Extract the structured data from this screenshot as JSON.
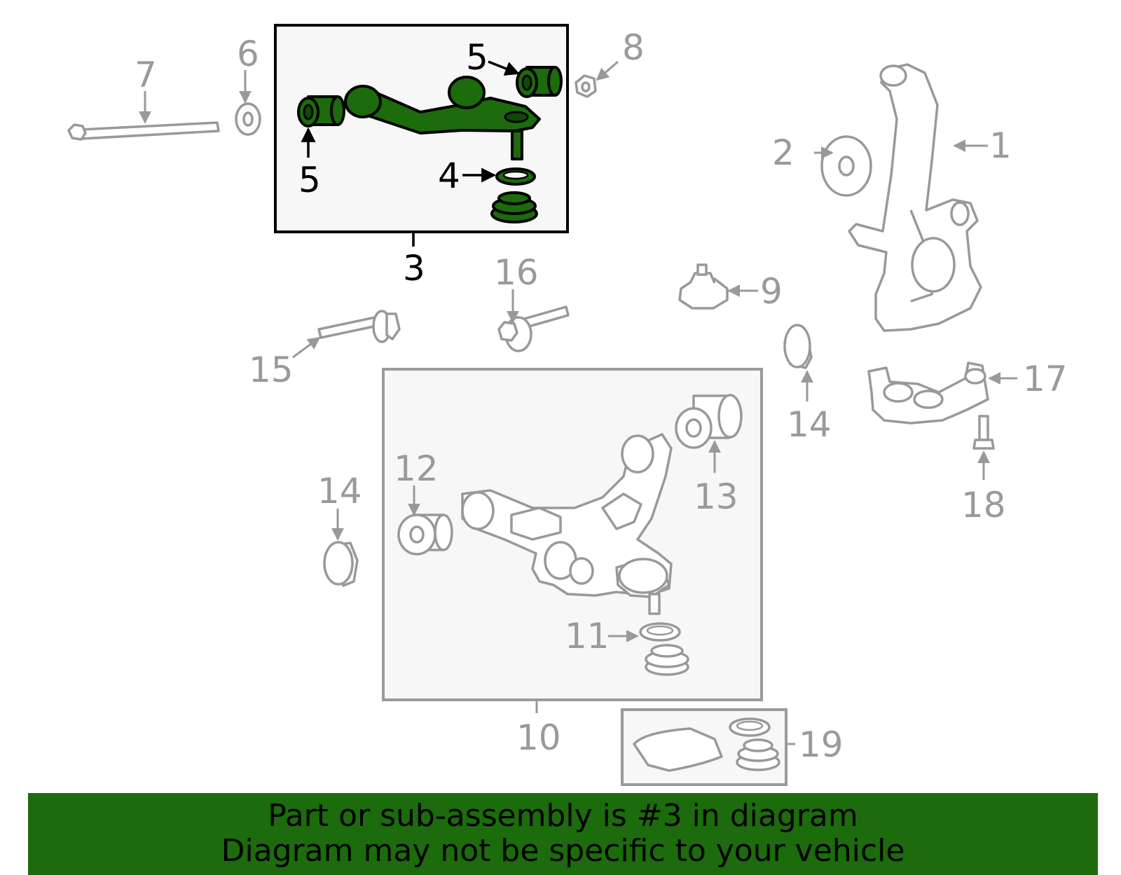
{
  "diagram": {
    "callouts": {
      "c1": "1",
      "c2": "2",
      "c3": "3",
      "c4": "4",
      "c5a": "5",
      "c5b": "5",
      "c6": "6",
      "c7": "7",
      "c8": "8",
      "c9": "9",
      "c10": "10",
      "c11": "11",
      "c12": "12",
      "c13": "13",
      "c14a": "14",
      "c14b": "14",
      "c15": "15",
      "c16": "16",
      "c17": "17",
      "c18": "18",
      "c19": "19"
    },
    "highlight_color": "#1c6b0c",
    "line_color": "#999999"
  },
  "banner": {
    "line1": "Part or sub-assembly is #3 in diagram",
    "line2": "Diagram may not be specific to your vehicle"
  }
}
